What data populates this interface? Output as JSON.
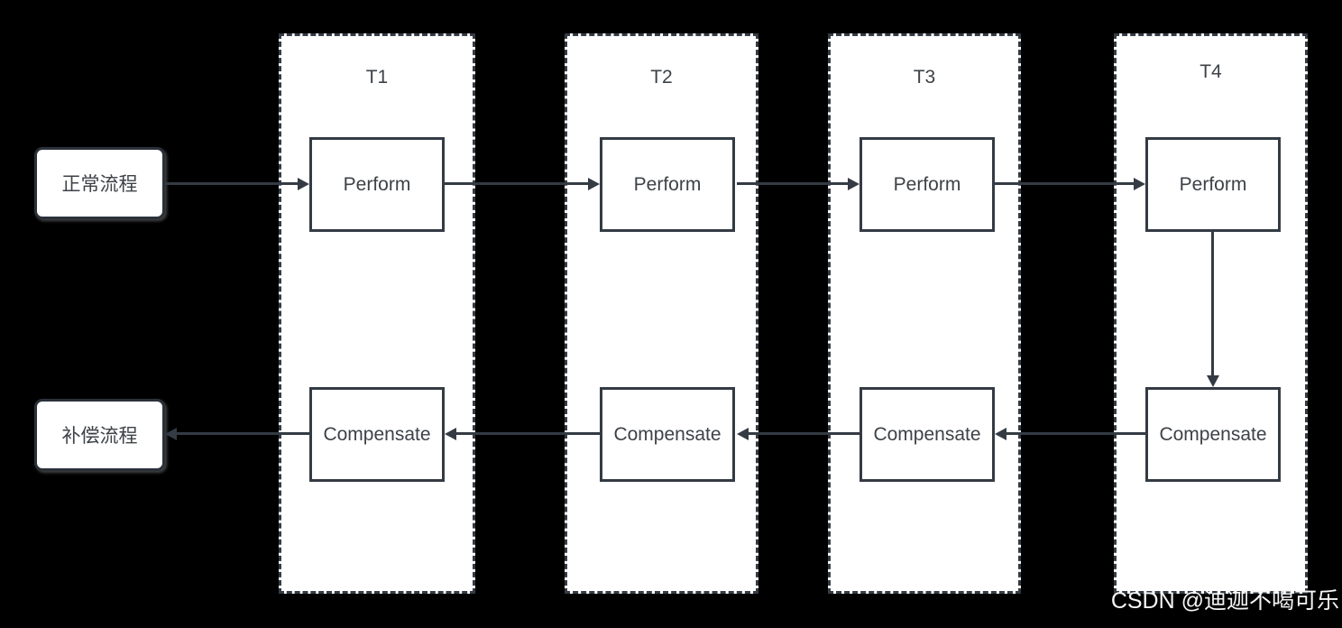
{
  "diagram": {
    "type": "saga-transaction-flow",
    "flow": {
      "normal_label": "正常流程",
      "compensation_label": "补偿流程"
    },
    "columns": [
      {
        "title": "T1",
        "perform_label": "Perform",
        "compensate_label": "Compensate"
      },
      {
        "title": "T2",
        "perform_label": "Perform",
        "compensate_label": "Compensate"
      },
      {
        "title": "T3",
        "perform_label": "Perform",
        "compensate_label": "Compensate"
      },
      {
        "title": "T4",
        "perform_label": "Perform",
        "compensate_label": "Compensate"
      }
    ],
    "colors": {
      "background": "#000000",
      "stroke": "#343b44",
      "box_fill": "#ffffff",
      "text": "#3d4247",
      "watermark": "#f5f5f5"
    }
  },
  "watermark": {
    "text": "CSDN @迪迦不喝可乐"
  }
}
